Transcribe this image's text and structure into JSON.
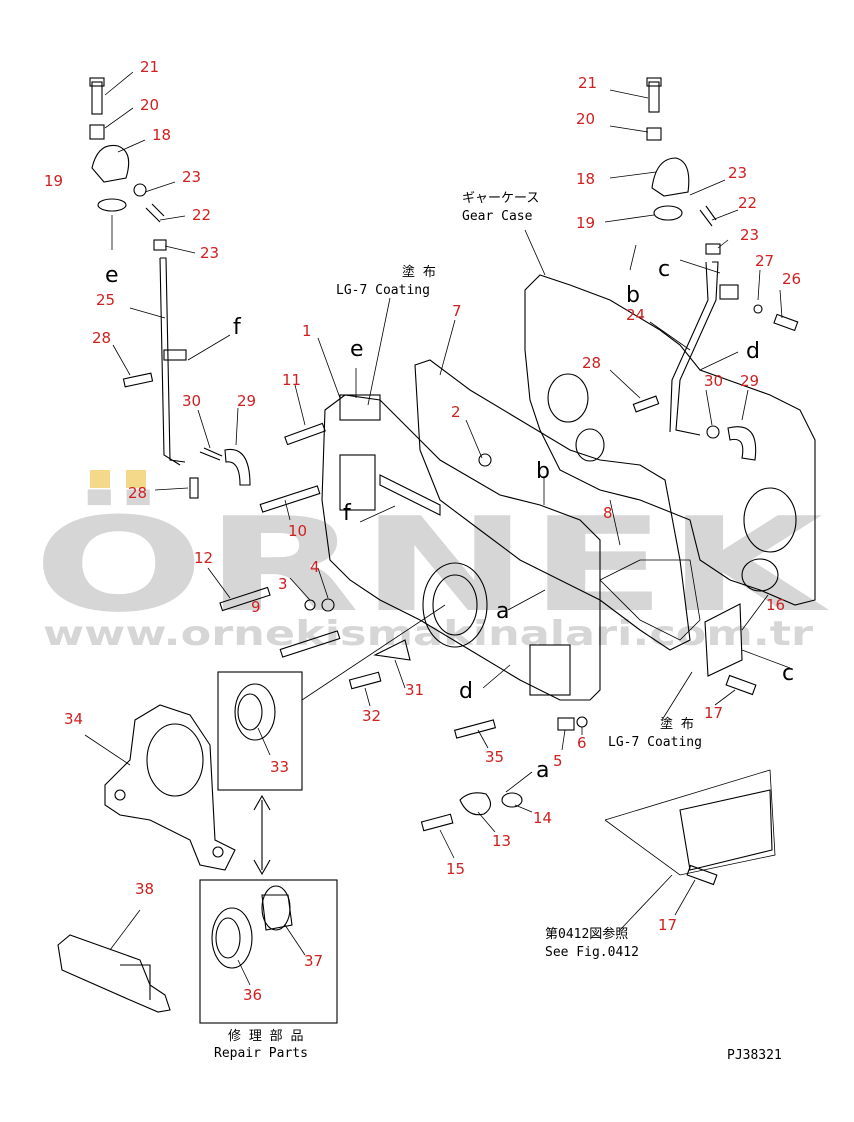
{
  "watermark": {
    "logo": "ÖRNEK",
    "url": "www.ornekismakinalari.com.tr"
  },
  "labels": {
    "n1": "1",
    "n2": "2",
    "n3": "3",
    "n4": "4",
    "n5": "5",
    "n6": "6",
    "n7": "7",
    "n8": "8",
    "n9": "9",
    "n10": "10",
    "n11": "11",
    "n12": "12",
    "n13": "13",
    "n14": "14",
    "n15": "15",
    "n16": "16",
    "n17": "17",
    "n18": "18",
    "n19": "19",
    "n20": "20",
    "n21": "21",
    "n22": "22",
    "n23": "23",
    "n24": "24",
    "n25": "25",
    "n26": "26",
    "n27": "27",
    "n28": "28",
    "n29": "29",
    "n30": "30",
    "n31": "31",
    "n32": "32",
    "n33": "33",
    "n34": "34",
    "n35": "35",
    "n36": "36",
    "n37": "37",
    "n38": "38"
  },
  "letters": {
    "a": "a",
    "b": "b",
    "c": "c",
    "d": "d",
    "e": "e",
    "f": "f"
  },
  "captions": {
    "gear_case_jp": "ギャーケース",
    "gear_case_en": "Gear Case",
    "coating_jp": "塗 布",
    "coating_en": "LG-7 Coating",
    "ref_jp": "第0412図参照",
    "ref_en": "See Fig.0412",
    "repair_jp": "修 理 部 品",
    "repair_en": "Repair Parts",
    "drawing_code": "PJ38321"
  },
  "colors": {
    "part_number": "#d02020",
    "line": "#000000",
    "watermark_gray": "#d6d6d6",
    "watermark_yellow": "#f4d98a"
  }
}
